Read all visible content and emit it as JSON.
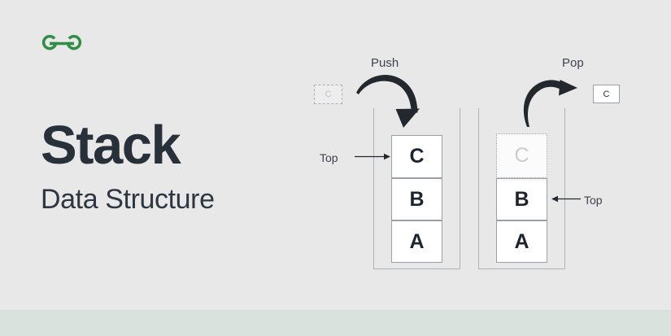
{
  "page": {
    "background_color": "#e8e8e8",
    "accent_strip_color": "#d9e2dc",
    "brand_color": "#2f8d46"
  },
  "brand": {
    "logo_name": "geeksforgeeks-logo"
  },
  "heading": {
    "title": "Stack",
    "subtitle": "Data Structure"
  },
  "diagrams": {
    "push": {
      "operation_label": "Push",
      "pointer_label": "Top",
      "incoming_element": "C",
      "arrow_name": "push-curved-arrow",
      "cells": [
        {
          "value": "C",
          "state": "solid"
        },
        {
          "value": "B",
          "state": "solid"
        },
        {
          "value": "A",
          "state": "solid"
        }
      ]
    },
    "pop": {
      "operation_label": "Pop",
      "pointer_label": "Top",
      "outgoing_element": "C",
      "arrow_name": "pop-curved-arrow",
      "cells": [
        {
          "value": "C",
          "state": "ghost"
        },
        {
          "value": "B",
          "state": "solid"
        },
        {
          "value": "A",
          "state": "solid"
        }
      ]
    }
  }
}
